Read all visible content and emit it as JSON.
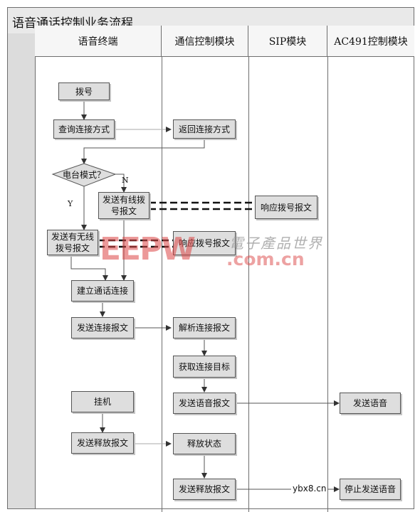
{
  "title": "语音通话控制业务流程",
  "lanes": [
    "语音终端",
    "通信控制模块",
    "SIP模块",
    "AC491控制模块"
  ],
  "nodes": {
    "dial": "拨号",
    "query_method": "查询连接方式",
    "return_method": "返回连接方式",
    "radio_mode": "电台模式？",
    "send_wired": "发送有线拨号报文",
    "resp_sip": "响应拨号报文",
    "send_wireless": "发送有无线拨号报文",
    "resp_ctrl": "响应拨号报文",
    "establish": "建立通话连接",
    "send_connect": "发送连接报文",
    "parse_connect": "解析连接报文",
    "get_target": "获取连接目标",
    "hangup": "挂机",
    "send_voice_msg": "发送语音报文",
    "send_voice": "发送语音",
    "send_release": "发送释放报文",
    "release_state": "释放状态",
    "send_release2": "发送释放报文",
    "stop_voice": "停止发送语音"
  },
  "branch_labels": {
    "no": "N",
    "yes": "Y"
  },
  "watermark": {
    "logo": "EEPW",
    "site": ".com.cn",
    "cn": "電子產品世界",
    "url": "ybx8.cn"
  }
}
